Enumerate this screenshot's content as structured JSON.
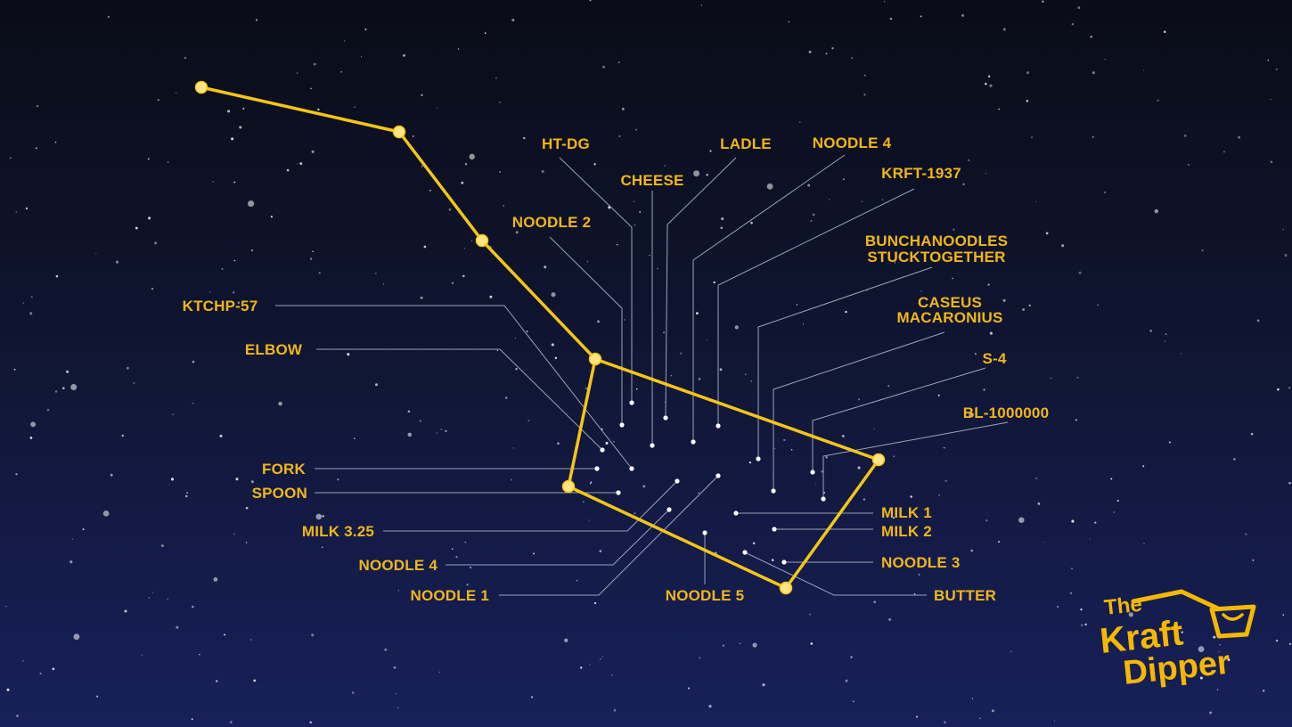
{
  "diagram": {
    "constellation_color": "#f5c518",
    "leader_line_color": "#9aa3b8",
    "label_color": "#f2b617",
    "labels": {
      "ht_dg": "HT-DG",
      "ladle": "LADLE",
      "noodle4_top": "NOODLE 4",
      "cheese": "CHEESE",
      "krft1937": "KRFT-1937",
      "noodle2": "NOODLE 2",
      "bunch_l1": "BUNCHANOODLES",
      "bunch_l2": "STUCKTOGETHER",
      "ktchp57": "KTCHP-57",
      "caseus_l1": "CASEUS",
      "caseus_l2": "MACARONIUS",
      "elbow": "ELBOW",
      "s4": "S-4",
      "bl1000000": "BL-1000000",
      "fork": "FORK",
      "spoon": "SPOON",
      "milk1": "MILK 1",
      "milk325": "MILK 3.25",
      "milk2": "MILK 2",
      "noodle3": "NOODLE 3",
      "noodle4_bottom": "NOODLE 4",
      "noodle1": "NOODLE 1",
      "noodle5": "NOODLE 5",
      "butter": "BUTTER"
    }
  },
  "logo": {
    "line1": "The",
    "line2": "Kraft",
    "line3": "Dipper",
    "icon": "smiling-bowl-icon",
    "color": "#f5b800"
  }
}
